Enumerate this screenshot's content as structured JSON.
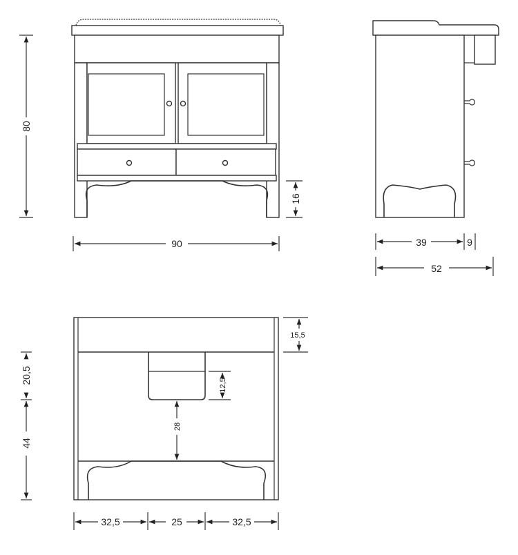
{
  "front_view": {
    "height_label": "80",
    "width_label": "90",
    "leg_height_label": "16"
  },
  "side_view": {
    "depth_label": "39",
    "overhang_label": "9",
    "total_depth_label": "52"
  },
  "back_view": {
    "top_band_label": "15,5",
    "opening_height_label": "20,5",
    "lower_height_label": "44",
    "opening_inner_label": "12,5",
    "floor_to_opening_label": "28",
    "left_label": "32,5",
    "center_label": "25",
    "right_label": "32,5"
  }
}
